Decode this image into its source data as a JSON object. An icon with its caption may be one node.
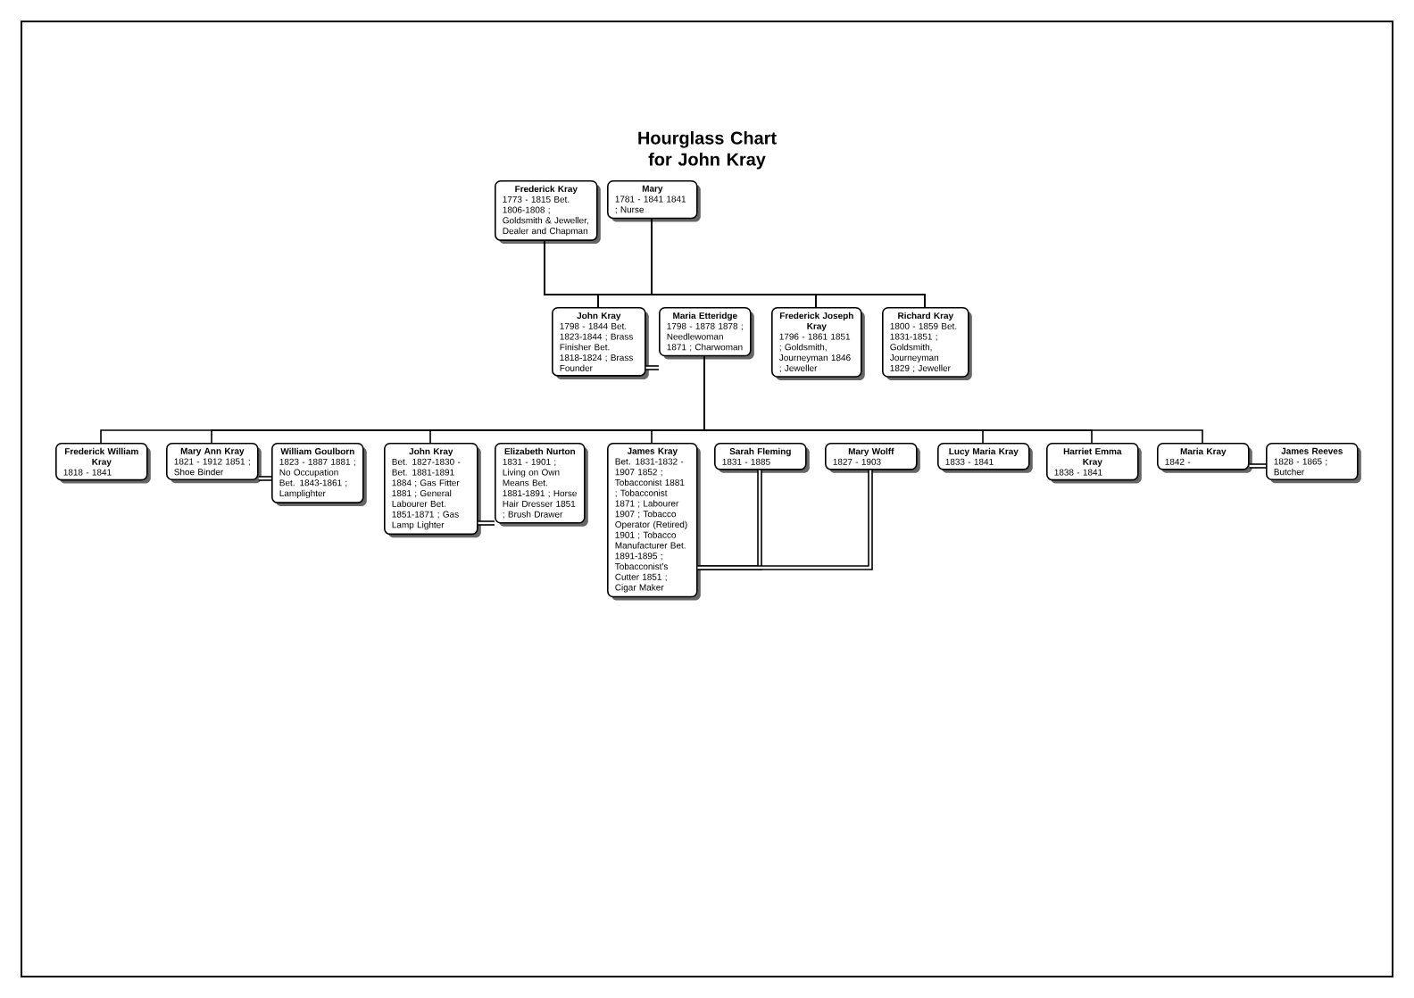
{
  "diagram": {
    "title": "Hourglass Chart for John Kray",
    "nodes": [
      {
        "text": [
          "Frederick Kray",
          "1773 - 1815 Bet. 1806-1808 ; Goldsmith & Jeweller, Dealer and Chapman"
        ]
      },
      {
        "text": [
          "Mary",
          "1781 - 1841 1841 ; Nurse"
        ]
      },
      {
        "text": [
          "John Kray",
          "1798 - 1844 Bet. 1823-1844 ; Brass Finisher Bet. 1818-1824 ; Brass Founder"
        ]
      },
      {
        "text": [
          "Maria Etteridge",
          "1798 - 1878 1878 ; Needlewoman 1871 ; Charwoman"
        ]
      },
      {
        "text": [
          "Frederick Joseph Kray",
          "1796 - 1861 1851 ; Goldsmith, Journeyman 1846 ; Jeweller"
        ]
      },
      {
        "text": [
          "Richard Kray",
          "1800 - 1859 Bet. 1831-1851 ; Goldsmith, Journeyman 1829 ; Jeweller"
        ]
      },
      {
        "text": [
          "Frederick William Kray",
          "1818 - 1841"
        ]
      },
      {
        "text": [
          "Mary Ann Kray",
          "1821 - 1912 1851 ; Shoe Binder"
        ]
      },
      {
        "text": [
          "William Goulborn",
          "1823 - 1887 1881 ; No Occupation Bet. 1843-1861 ; Lamplighter"
        ]
      },
      {
        "text": [
          "John Kray",
          "Bet. 1827-1830 - Bet. 1881-1891 1884 ; Gas Fitter 1881 ; General Labourer Bet. 1851-1871 ; Gas Lamp Lighter"
        ]
      },
      {
        "text": [
          "Elizabeth Nurton",
          "1831 - 1901 ; Living on Own Means Bet. 1881-1891 ; Horse Hair Dresser 1851 ; Brush Drawer"
        ]
      },
      {
        "text": [
          "James Kray",
          "Bet. 1831-1832 - 1907 1852 ; Tobacconist 1881 ; Tobacconist 1871 ; Labourer 1907 ; Tobacco Operator (Retired) 1901 ; Tobacco Manufacturer Bet. 1891-1895 ; Tobacconist's Cutter 1851 ; Cigar Maker"
        ]
      },
      {
        "text": [
          "Sarah Fleming",
          "1831 - 1885"
        ]
      },
      {
        "text": [
          "Mary Wolff",
          "1827 - 1903"
        ]
      },
      {
        "text": [
          "Lucy Maria Kray",
          "1833 - 1841"
        ]
      },
      {
        "text": [
          "Harriet Emma Kray",
          "1838 - 1841"
        ]
      },
      {
        "text": [
          "Maria Kray",
          "1842 -"
        ]
      },
      {
        "text": [
          "James Reeves",
          "1828 - 1865 ; Butcher"
        ]
      }
    ],
    "edges": [
      {
        "from": 0,
        "to": 2,
        "arrow": "none"
      },
      {
        "from": 0,
        "to": 4,
        "arrow": "none"
      },
      {
        "from": 0,
        "to": 5,
        "arrow": "none"
      },
      {
        "from": 1,
        "to": 2,
        "arrow": "none"
      },
      {
        "from": 1,
        "to": 4,
        "arrow": "none"
      },
      {
        "from": 1,
        "to": 5,
        "arrow": "none"
      },
      {
        "from": 2,
        "to": 3,
        "arrow": "none",
        "style": "thick"
      },
      {
        "from": 3,
        "to": 6,
        "arrow": "none"
      },
      {
        "from": 3,
        "to": 7,
        "arrow": "none"
      },
      {
        "from": 3,
        "to": 9,
        "arrow": "none"
      },
      {
        "from": 3,
        "to": 11,
        "arrow": "none"
      },
      {
        "from": 3,
        "to": 14,
        "arrow": "none"
      },
      {
        "from": 3,
        "to": 15,
        "arrow": "none"
      },
      {
        "from": 3,
        "to": 16,
        "arrow": "none"
      },
      {
        "from": 7,
        "to": 8,
        "arrow": "none",
        "style": "thick"
      },
      {
        "from": 9,
        "to": 10,
        "arrow": "none",
        "style": "thick"
      },
      {
        "from": 12,
        "to": 11,
        "arrow": "none",
        "style": "thick"
      },
      {
        "from": 13,
        "to": 11,
        "arrow": "none",
        "style": "thick"
      },
      {
        "from": 16,
        "to": 17,
        "arrow": "none",
        "style": "thick"
      }
    ]
  }
}
